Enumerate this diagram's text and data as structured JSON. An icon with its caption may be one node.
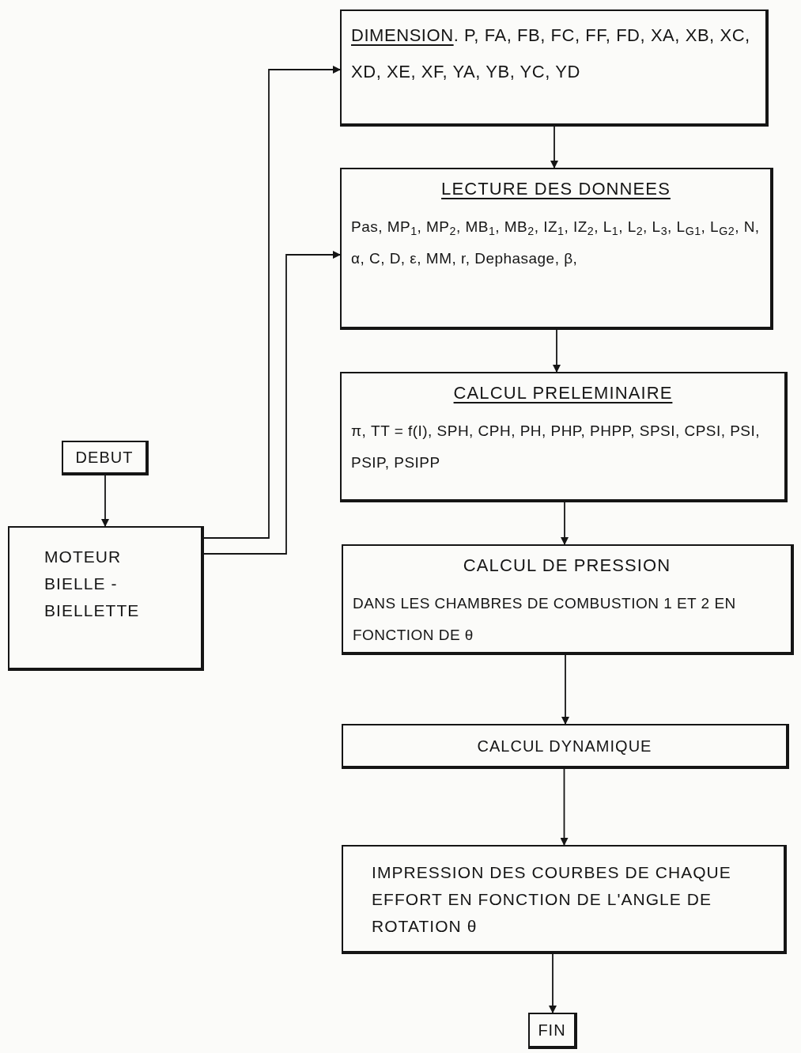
{
  "diagram": {
    "nodes": [
      {
        "text": [
          "DEBUT"
        ]
      },
      {
        "text": [
          "MOTEUR BIELLE - BIELLETTE"
        ]
      },
      {
        "text": [
          "DIMENSION",
          ". P, FA, FB, FC, FF, FD, XA, XB, XC, XD, XE, XF, YA, YB, YC, YD"
        ]
      },
      {
        "text": [
          "LECTURE DES DONNEES",
          "Pas, MP$_{1}$, MP$_{2}$, MB$_{1}$, MB$_{2}$, IZ$_{1}$, IZ$_{2}$, L$_{1}$, L$_{2}$, L$_{3}$, L$_{G1}$, L$_{G2}$, N, α, C, D, ε, MM, r, Dephasage, β,"
        ]
      },
      {
        "text": [
          "CALCUL PRELEMINAIRE",
          "π, TT = f(I), SPH, CPH, PH, PHP, PHPP, SPSI, CPSI, PSI, PSIP, PSIPP"
        ]
      },
      {
        "text": [
          "CALCUL DE PRESSION",
          "DANS LES CHAMBRES DE COMBUSTION 1 ET 2 EN FONCTION DE θ"
        ]
      },
      {
        "text": [
          "CALCUL DYNAMIQUE"
        ]
      },
      {
        "text": [
          "IMPRESSION DES COURBES DE CHAQUE EFFORT EN FONCTION DE L'ANGLE DE ROTATION θ"
        ]
      },
      {
        "text": [
          "FIN"
        ]
      }
    ],
    "edges": [
      {
        "from": 0,
        "to": 1,
        "arrow": "to"
      },
      {
        "from": 1,
        "to": 2,
        "arrow": "to"
      },
      {
        "from": 1,
        "to": 3,
        "arrow": "to"
      },
      {
        "from": 2,
        "to": 3,
        "arrow": "to"
      },
      {
        "from": 3,
        "to": 4,
        "arrow": "to"
      },
      {
        "from": 4,
        "to": 5,
        "arrow": "to"
      },
      {
        "from": 5,
        "to": 6,
        "arrow": "to"
      },
      {
        "from": 6,
        "to": 7,
        "arrow": "to"
      },
      {
        "from": 7,
        "to": 8,
        "arrow": "to"
      }
    ]
  }
}
